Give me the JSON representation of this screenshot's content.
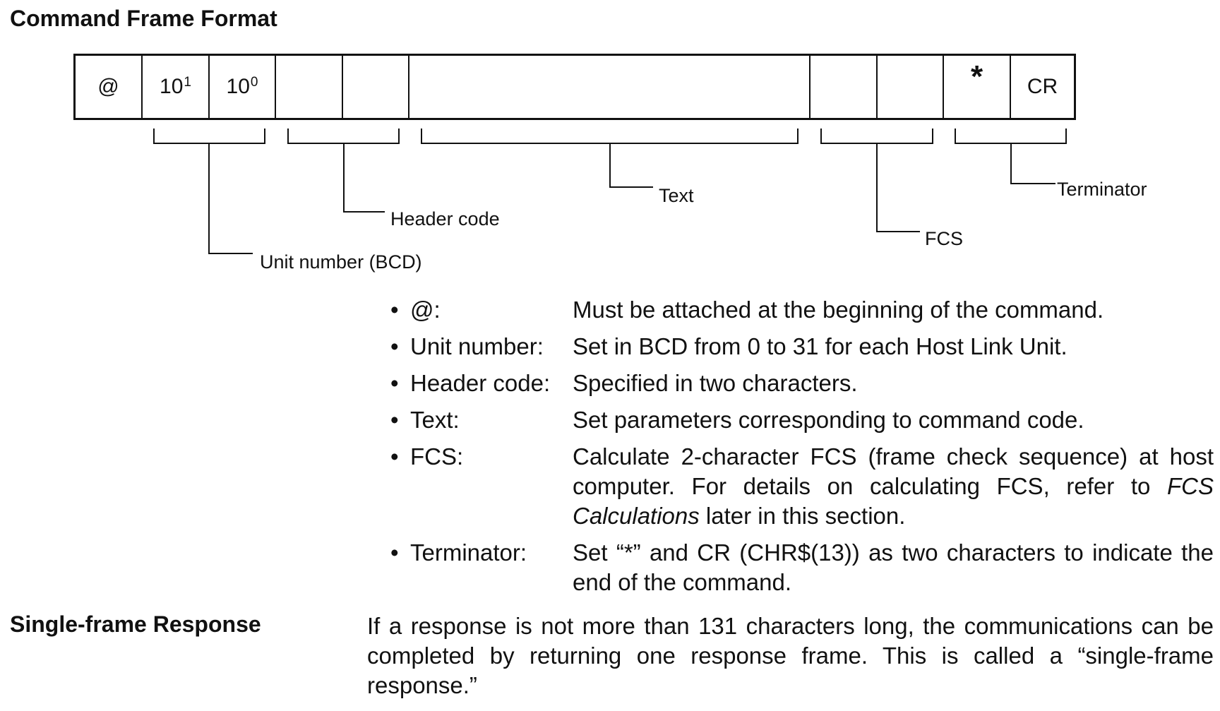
{
  "headings": {
    "command_frame_format": "Command Frame Format",
    "single_frame_response": "Single-frame Response"
  },
  "frame_cells": {
    "at": "@",
    "unit_tens_base": "10",
    "unit_tens_exp": "1",
    "unit_ones_base": "10",
    "unit_ones_exp": "0",
    "star": "*",
    "cr": "CR"
  },
  "callouts": {
    "unit_number": "Unit number (BCD)",
    "header_code": "Header code",
    "text": "Text",
    "fcs": "FCS",
    "terminator": "Terminator"
  },
  "definitions": [
    {
      "term": "@:",
      "desc": "Must be attached at the beginning of the command."
    },
    {
      "term": "Unit number:",
      "desc": "Set in BCD from 0 to 31 for each Host Link Unit."
    },
    {
      "term": "Header code:",
      "desc": "Specified in two characters."
    },
    {
      "term": "Text:",
      "desc": "Set parameters corresponding to command code."
    },
    {
      "term": "FCS:",
      "desc_before": "Calculate 2-character FCS (frame check sequence) at host computer. For details on calculating FCS, refer to ",
      "desc_italic": "FCS Calculations",
      "desc_after": " later in this section."
    },
    {
      "term": "Terminator:",
      "desc": "Set “*” and CR (CHR$(13)) as two characters to indicate the end of the command."
    }
  ],
  "bullet": "•",
  "single_frame_text": "If a response is not more than 131 characters long, the communications can be completed by returning one response frame. This is called a “single-frame response.”"
}
